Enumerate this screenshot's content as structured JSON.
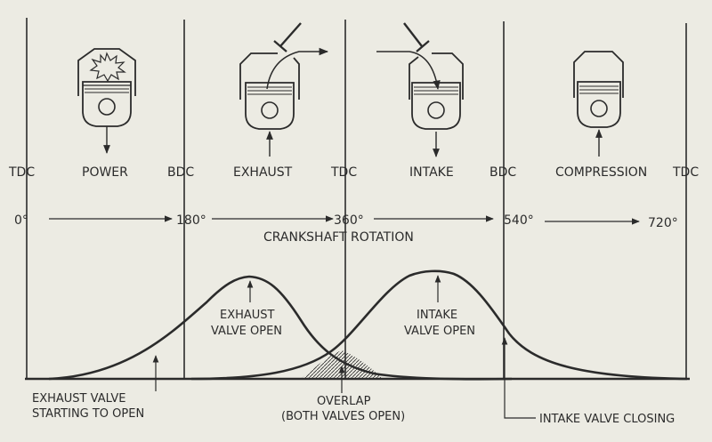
{
  "positions": {
    "tdc_1": "TDC",
    "bdc_1": "BDC",
    "tdc_2": "TDC",
    "bdc_2": "BDC",
    "tdc_3": "TDC"
  },
  "strokes": {
    "power": "POWER",
    "exhaust": "EXHAUST",
    "intake": "INTAKE",
    "compression": "COMPRESSION"
  },
  "degrees": {
    "d0": "0°",
    "d180": "180°",
    "d360": "360°",
    "d540": "540°",
    "d720": "720°"
  },
  "axis_title": "CRANKSHAFT ROTATION",
  "curves": {
    "exhaust_label_1": "EXHAUST",
    "exhaust_label_2": "VALVE OPEN",
    "intake_label_1": "INTAKE",
    "intake_label_2": "VALVE OPEN"
  },
  "annotations": {
    "exhaust_start_1": "EXHAUST VALVE",
    "exhaust_start_2": "STARTING TO OPEN",
    "overlap_1": "OVERLAP",
    "overlap_2": "(BOTH VALVES OPEN)",
    "intake_closing": "INTAKE VALVE CLOSING"
  },
  "colors": {
    "paper": "#ecebe3",
    "ink": "#2b2b2b"
  }
}
